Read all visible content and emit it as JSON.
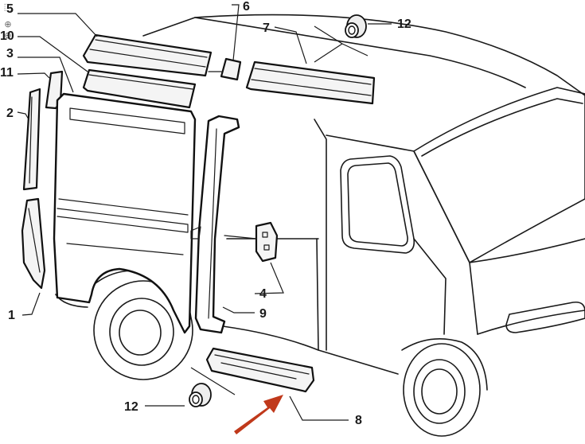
{
  "toolbar": {
    "icons": [
      "expand-icon",
      "zoom-in-icon",
      "zoom-out-icon"
    ]
  },
  "callouts": [
    {
      "id": "1",
      "label": "1"
    },
    {
      "id": "2",
      "label": "2"
    },
    {
      "id": "3",
      "label": "3"
    },
    {
      "id": "4",
      "label": "4"
    },
    {
      "id": "5",
      "label": "5"
    },
    {
      "id": "6",
      "label": "6"
    },
    {
      "id": "7",
      "label": "7"
    },
    {
      "id": "8",
      "label": "8"
    },
    {
      "id": "9",
      "label": "9"
    },
    {
      "id": "10",
      "label": "10"
    },
    {
      "id": "11",
      "label": "11"
    },
    {
      "id": "12a",
      "label": "12"
    },
    {
      "id": "12b",
      "label": "12"
    }
  ],
  "highlight_arrow": {
    "color": "#c0391b",
    "points_to": "8"
  }
}
